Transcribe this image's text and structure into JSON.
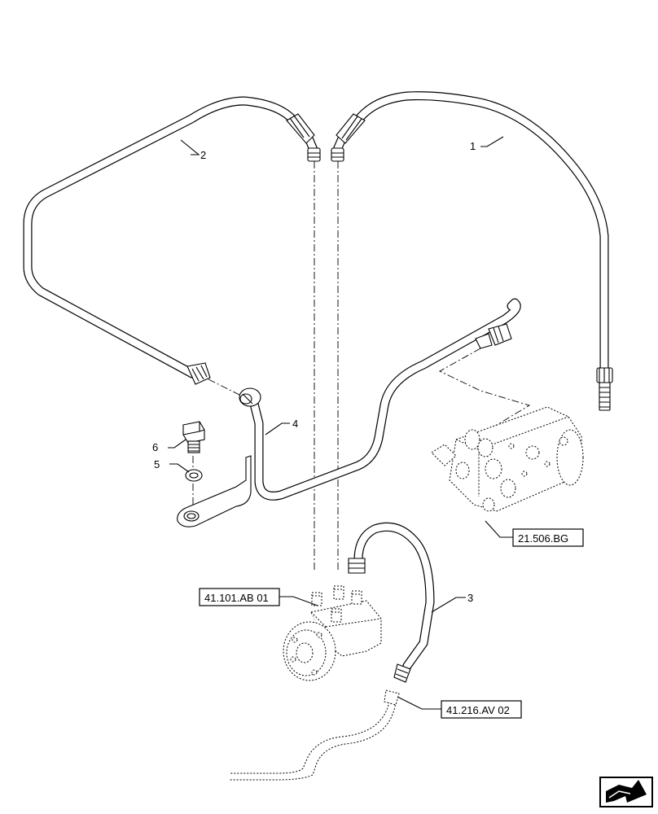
{
  "callouts": {
    "part_1": "1",
    "part_2": "2",
    "part_3": "3",
    "part_4": "4",
    "part_5": "5",
    "part_6": "6"
  },
  "references": {
    "steering_unit": "41.101.AB 01",
    "cylinder_line": "41.216.AV 02",
    "control_valve": "21.506.BG"
  },
  "nav_icon": "next-page-arrow-icon"
}
